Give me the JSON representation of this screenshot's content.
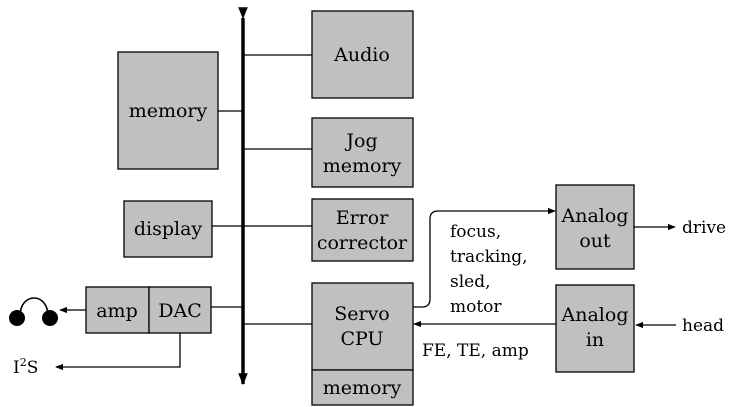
{
  "colors": {
    "box_fill": "#c0c0c0",
    "line": "#000000",
    "background": "#ffffff"
  },
  "blocks": {
    "audio": "Audio",
    "memory": "memory",
    "jog_memory": [
      "Jog",
      "memory"
    ],
    "display": "display",
    "error_corrector": [
      "Error",
      "corrector"
    ],
    "amp": "amp",
    "dac": "DAC",
    "servo_cpu": [
      "Servo",
      "CPU"
    ],
    "servo_memory": "memory",
    "analog_out": [
      "Analog",
      "out"
    ],
    "analog_in": [
      "Analog",
      "in"
    ]
  },
  "signals": {
    "servo_outputs": [
      "focus,",
      "tracking,",
      "sled,",
      "motor"
    ],
    "drive": "drive",
    "head": "head",
    "servo_inputs": "FE, TE, amp",
    "i2s_main": "I",
    "i2s_sup": "2",
    "i2s_tail": "S"
  },
  "icons": {
    "headphones": "headphones-icon"
  }
}
